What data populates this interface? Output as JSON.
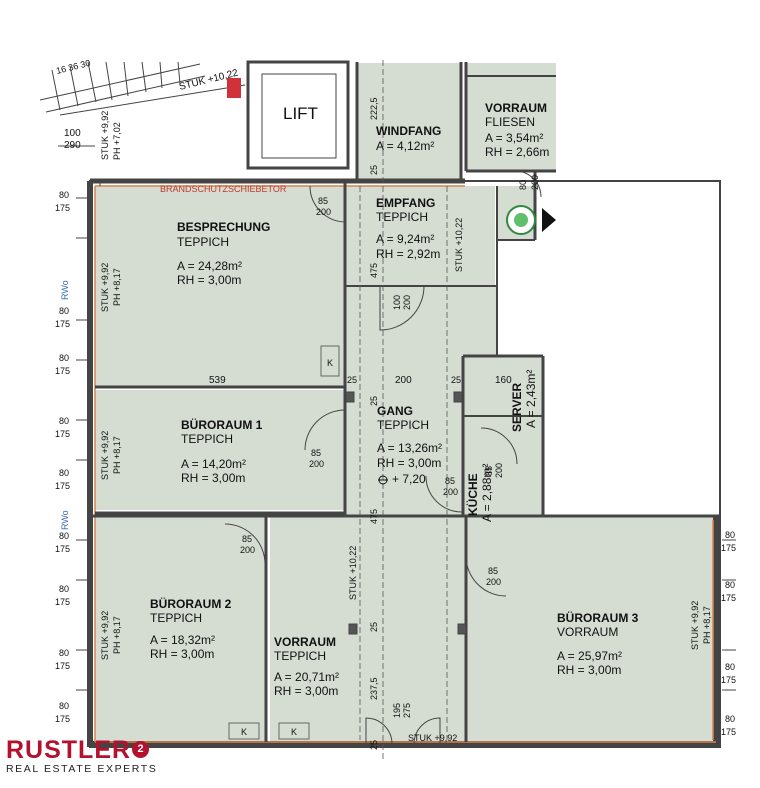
{
  "rooms": {
    "besprechung": {
      "name": "BESPRECHUNG",
      "floor": "TEPPICH",
      "area": "A =  24,28m²",
      "height": "RH = 3,00m"
    },
    "bueroraum1": {
      "name": "BÜRORAUM 1",
      "floor": "TEPPICH",
      "area": "A =  14,20m²",
      "height": "RH = 3,00m"
    },
    "bueroraum2": {
      "name": "BÜRORAUM 2",
      "floor": "TEPPICH",
      "area": "A =  18,32m²",
      "height": "RH = 3,00m"
    },
    "bueroraum3": {
      "name": "BÜRORAUM 3",
      "floor": "VORRAUM",
      "area": "A =  25,97m²",
      "height": "RH = 3,00m"
    },
    "vorraum_bottom": {
      "name": "VORRAUM",
      "floor": "TEPPICH",
      "area": "A =  20,71m²",
      "height": "RH = 3,00m"
    },
    "windfang": {
      "name": "WINDFANG",
      "area": "A =  4,12m²"
    },
    "vorraum_top": {
      "name": "VORRAUM",
      "floor": "FLIESEN",
      "area": "A =    3,54m²",
      "height": "RH = 2,66m"
    },
    "empfang": {
      "name": "EMPFANG",
      "floor": "TEPPICH",
      "area": "A =    9,24m²",
      "height": "RH = 2,92m"
    },
    "gang": {
      "name": "GANG",
      "floor": "TEPPICH",
      "area": "A =  13,26m²",
      "height": "RH = 3,00m",
      "level": "+ 7,20"
    },
    "server": {
      "name": "SERVER",
      "area": "A = 2,43m²"
    },
    "kueche": {
      "name": "KÜCHE",
      "area": "A = 2,88m²"
    },
    "lift": {
      "name": "LIFT"
    }
  },
  "labels": {
    "brandschutz": "BRANDSCHUTZSCHIEBETOR",
    "stuk_top": "STUK +10,22",
    "stair_steps": "16 36 30",
    "stair_dim_a": "100",
    "stair_dim_b": "290",
    "stuk_left_top": "STUK +9,92",
    "ph_left_top": "PH +7,02",
    "stuk_left": "STUK +9,92",
    "ph_left": "PH +8,17",
    "stuk_empfang": "STUK +10,22",
    "stuk_vorraum": "STUK +10,22",
    "stuk_bottom": "STUK +9,92",
    "rwo": "RWo",
    "k": "K",
    "dims": {
      "d539": "539",
      "d25": "25",
      "d200": "200",
      "d160": "160",
      "d475": "475",
      "d2225": "222,5",
      "d2375": "237,5",
      "d195": "195",
      "d275": "275",
      "d85": "85",
      "d80": "80",
      "d100": "100",
      "d175": "175"
    }
  },
  "brand": {
    "name": "RUSTLER",
    "badge": "2",
    "tagline": "REAL ESTATE EXPERTS",
    "color": "#b3122e"
  },
  "colors": {
    "room_fill": "#d5ddd3",
    "wall": "#444444",
    "accent_line": "#d9844a"
  }
}
